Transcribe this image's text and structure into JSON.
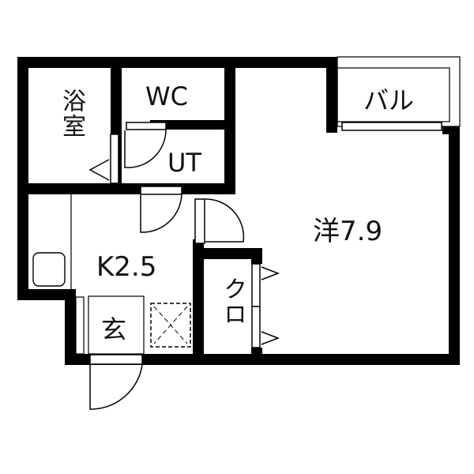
{
  "floorplan": {
    "rooms": {
      "bath": {
        "label": "浴室"
      },
      "wc": {
        "label": "WC"
      },
      "ut": {
        "label": "UT"
      },
      "balcony": {
        "label": "バル"
      },
      "western": {
        "label": "洋7.9"
      },
      "kitchen": {
        "label": "K2.5"
      },
      "closet": {
        "label": "クロ"
      },
      "entrance": {
        "label": "玄"
      }
    },
    "colors": {
      "wall": "#000000",
      "background": "#ffffff"
    }
  }
}
